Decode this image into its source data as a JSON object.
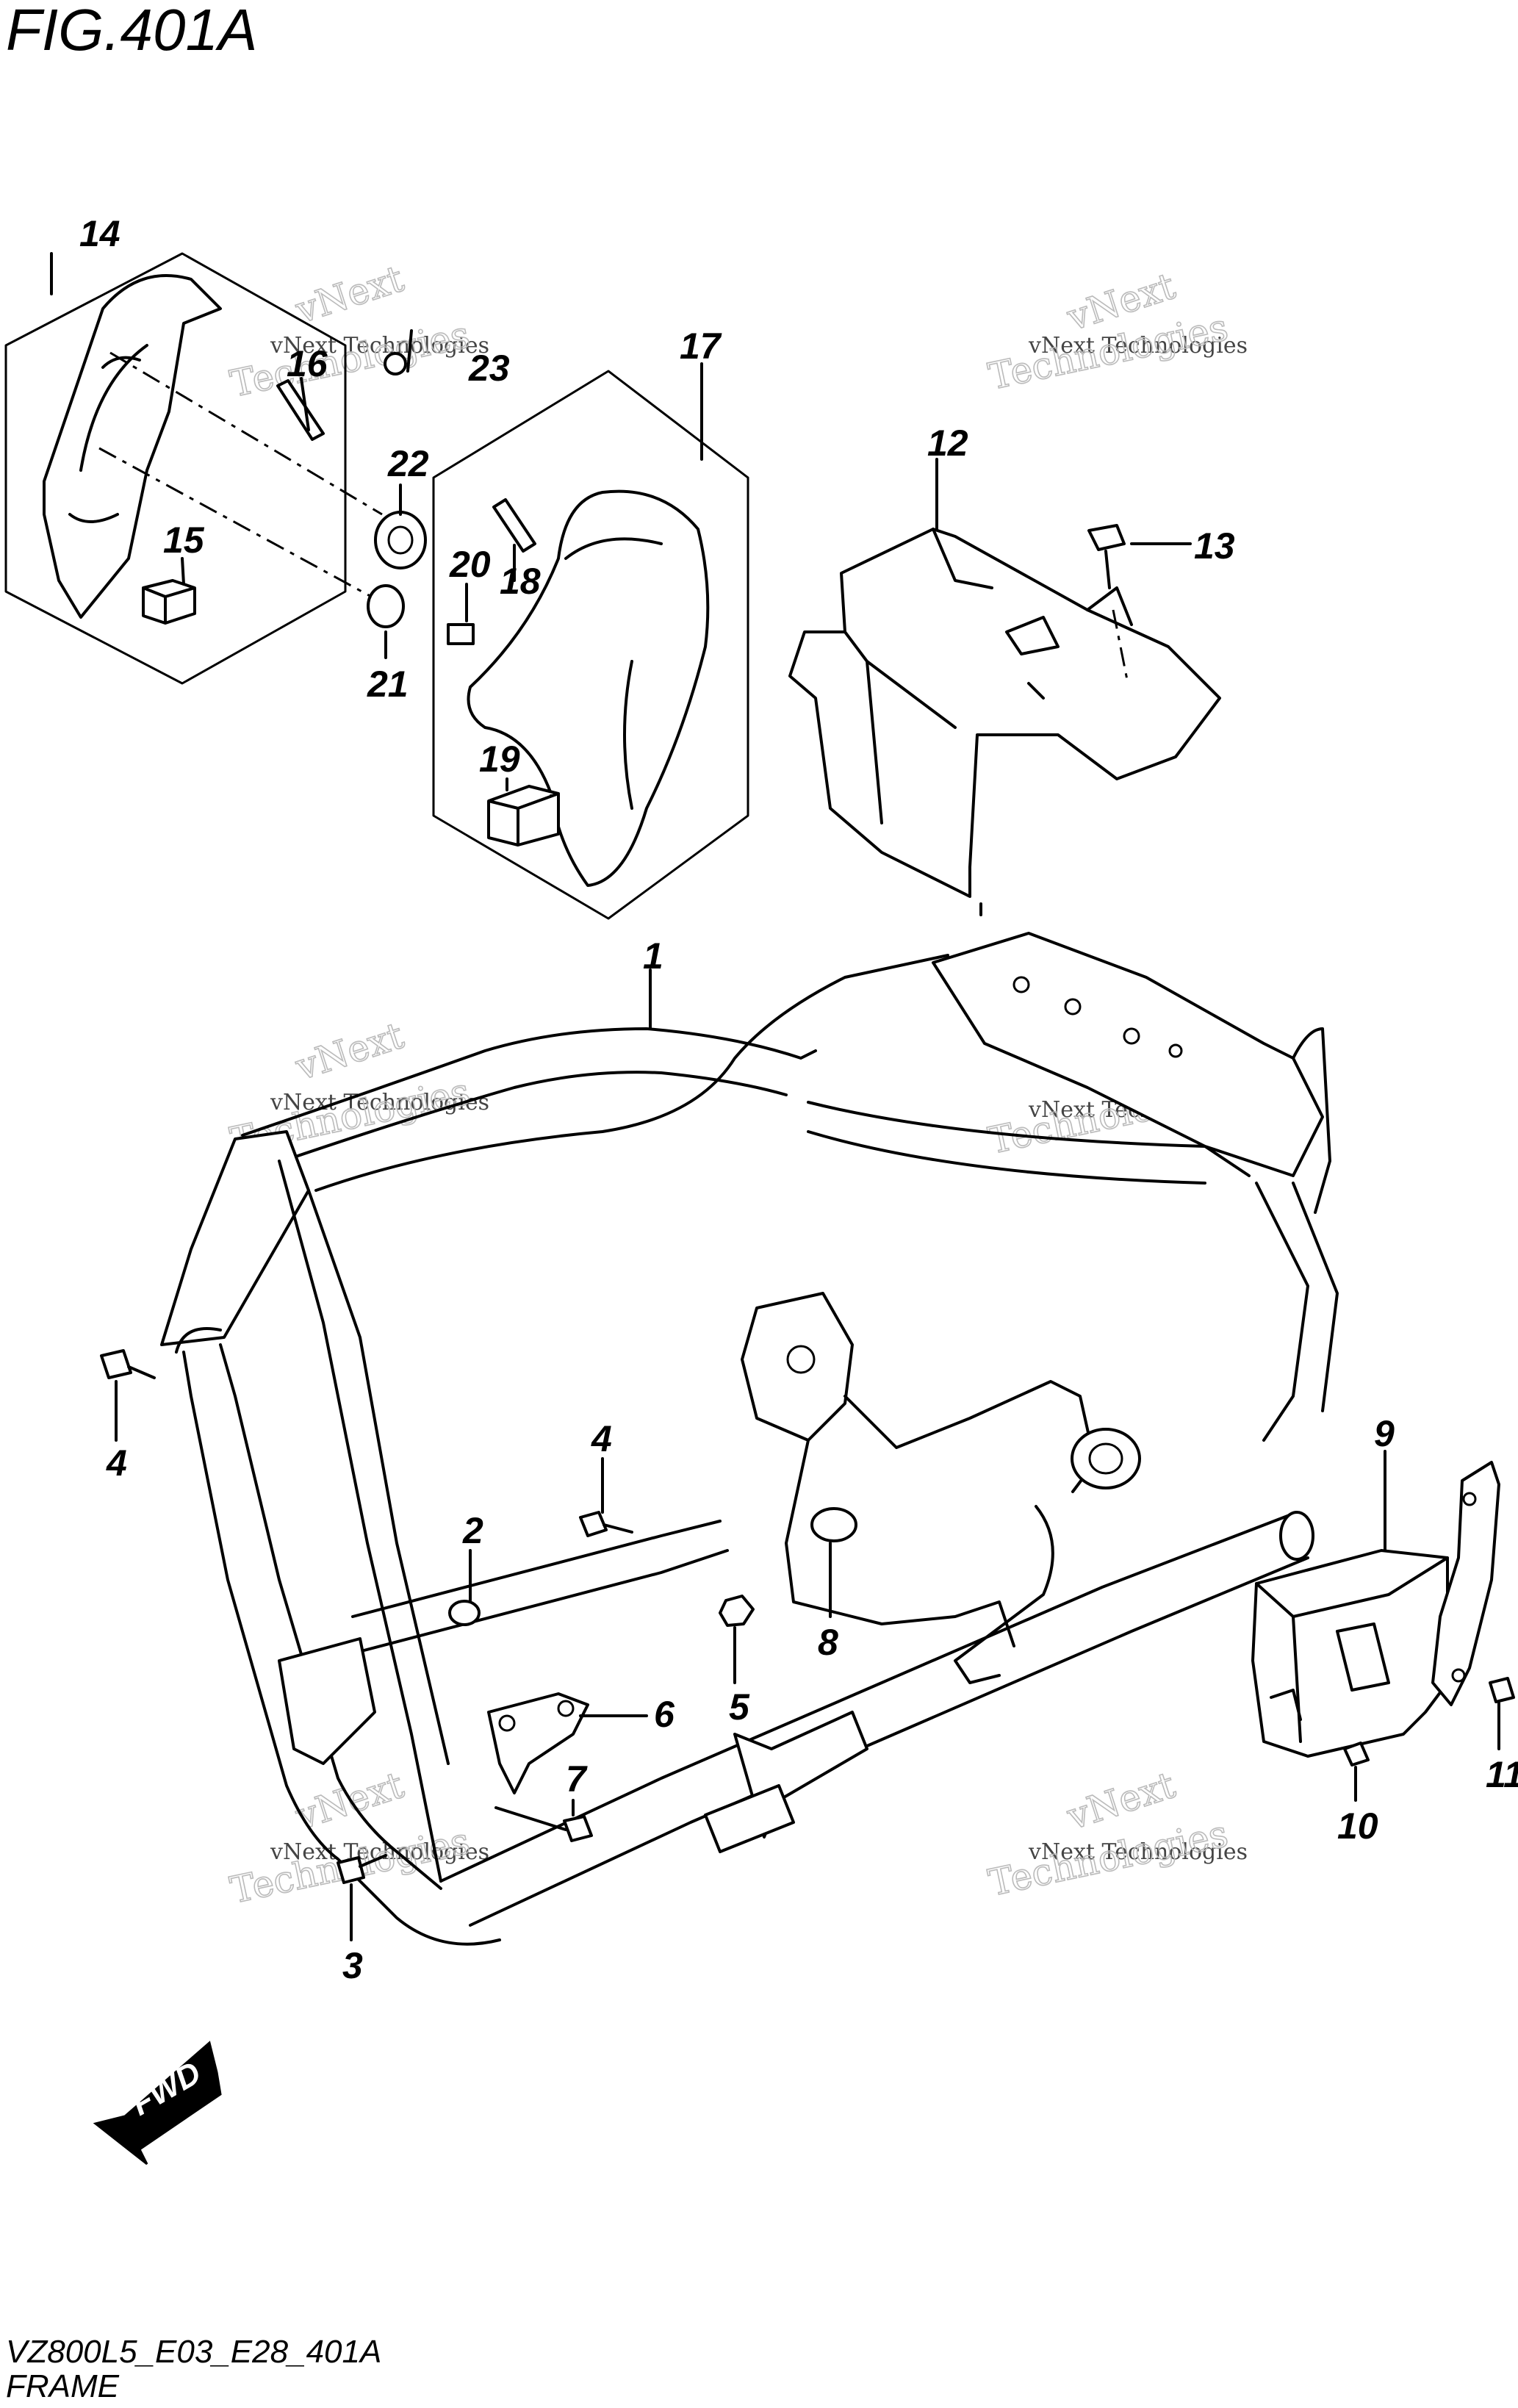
{
  "figure": {
    "title": "FIG.401A",
    "model_code": "VZ800L5_E03_E28_401A",
    "section_name": "FRAME"
  },
  "fwd_label": "FWD",
  "watermark": {
    "text_small": "vNext Technologies",
    "text_big_1": "vNext",
    "text_big_2": "Technologies"
  },
  "callouts": {
    "c1": "1",
    "c2": "2",
    "c3": "3",
    "c4a": "4",
    "c4b": "4",
    "c5": "5",
    "c6": "6",
    "c7": "7",
    "c8": "8",
    "c9": "9",
    "c10": "10",
    "c11": "11",
    "c12": "12",
    "c13": "13",
    "c14": "14",
    "c15": "15",
    "c16": "16",
    "c17": "17",
    "c18": "18",
    "c19": "19",
    "c20": "20",
    "c21": "21",
    "c22": "22",
    "c23": "23"
  }
}
